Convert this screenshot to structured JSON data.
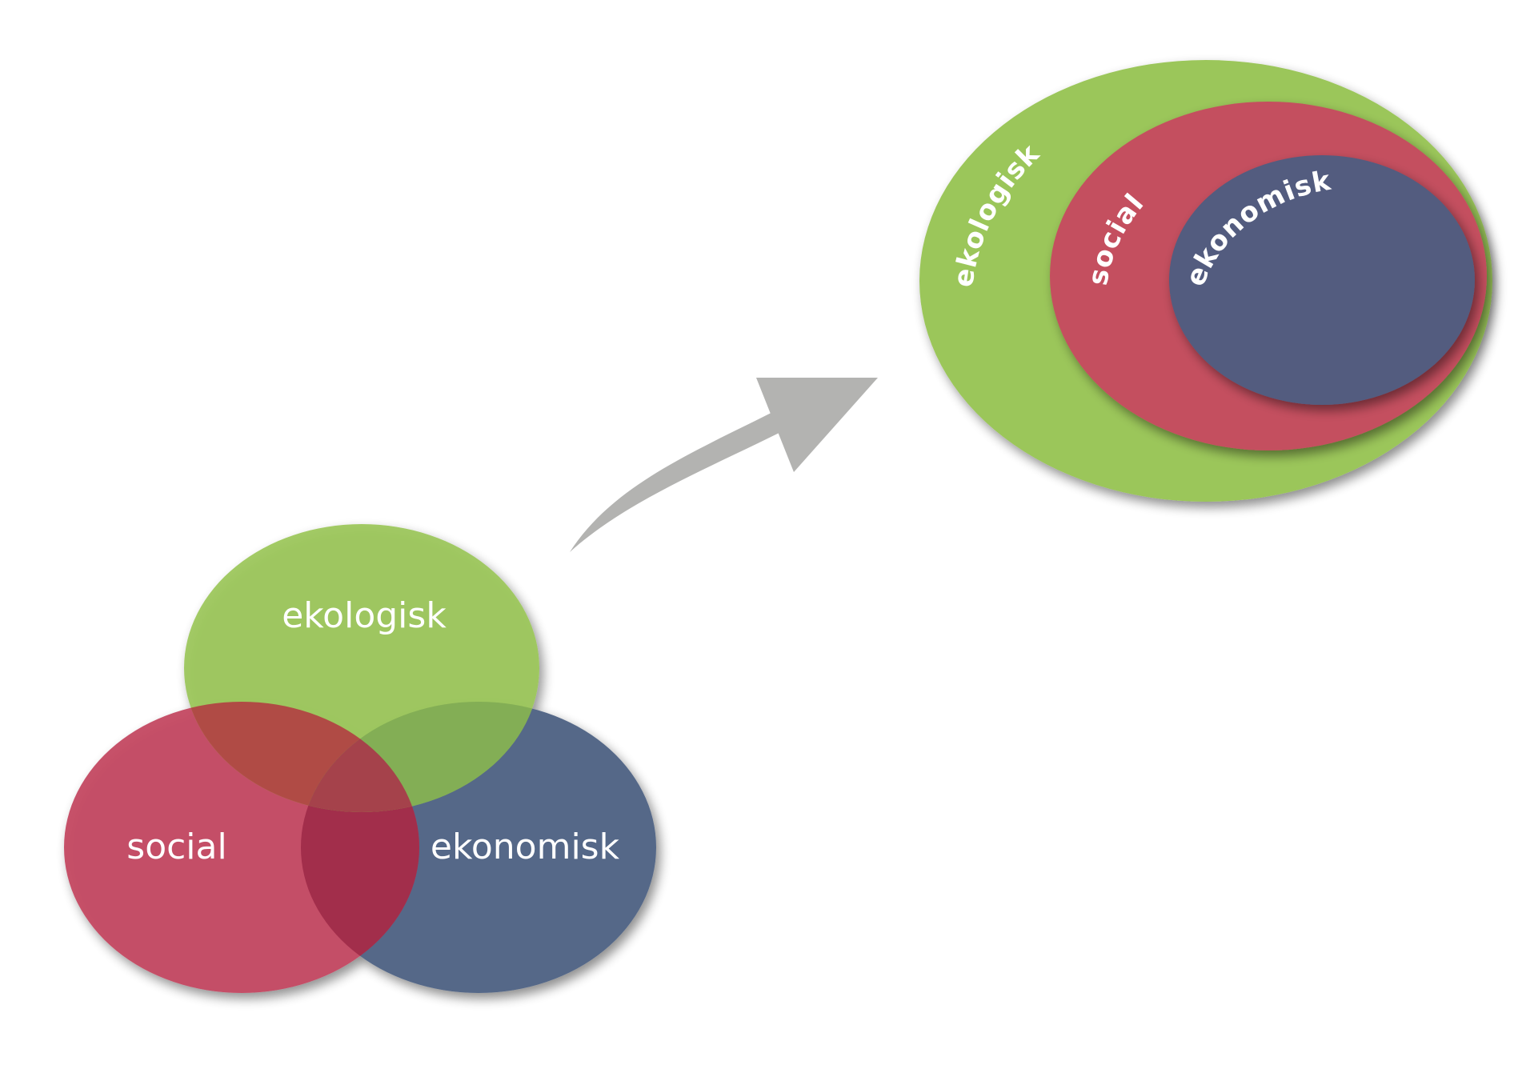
{
  "colors": {
    "background": "#ffffff",
    "ekologisk": "#9bc65a",
    "social": "#c54a64",
    "ekonomisk": "#546888",
    "nested_social": "#c4505e",
    "nested_ekonomisk": "#525b7f",
    "arrow": "#b3b3b1"
  },
  "venn": {
    "ekologisk_label": "ekologisk",
    "social_label": "social",
    "ekonomisk_label": "ekonomisk"
  },
  "nested": {
    "ekologisk_label": "ekologisk",
    "social_label": "social",
    "ekonomisk_label": "ekonomisk"
  },
  "arrow": {
    "direction": "from Venn diagram to nested circles"
  }
}
